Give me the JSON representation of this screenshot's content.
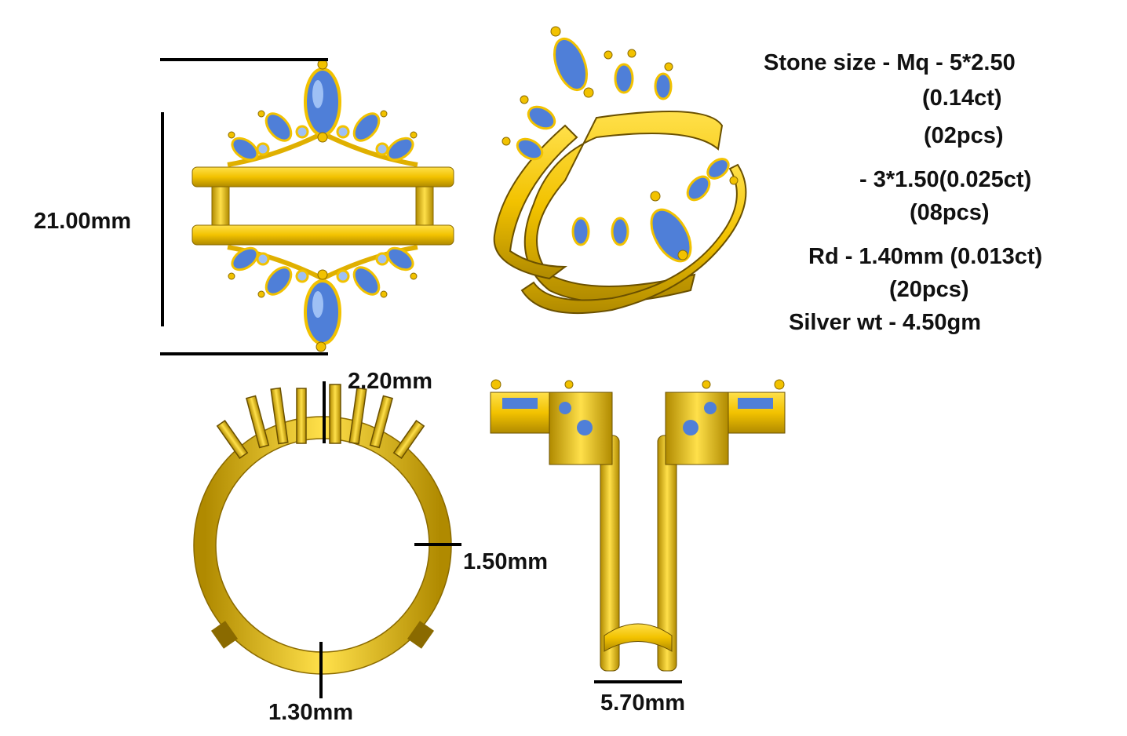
{
  "colors": {
    "gold": "#f2c200",
    "gold_dark": "#8a6a00",
    "gold_light": "#ffe04a",
    "stone": "#4f7fd8",
    "stone_light": "#9ec0f5",
    "dimension_line": "#000000"
  },
  "dimensions": {
    "height": "21.00mm",
    "top_width": "2.20mm",
    "band_thickness": "1.50mm",
    "bottom_width": "1.30mm",
    "profile_width": "5.70mm"
  },
  "specs": {
    "line1": "Stone size - Mq - 5*2.50",
    "line2": "(0.14ct)",
    "line3": "(02pcs)",
    "line4": "- 3*1.50(0.025ct)",
    "line5": "(08pcs)",
    "line6": "Rd - 1.40mm (0.013ct)",
    "line7": "(20pcs)",
    "line8": "Silver wt - 4.50gm"
  }
}
